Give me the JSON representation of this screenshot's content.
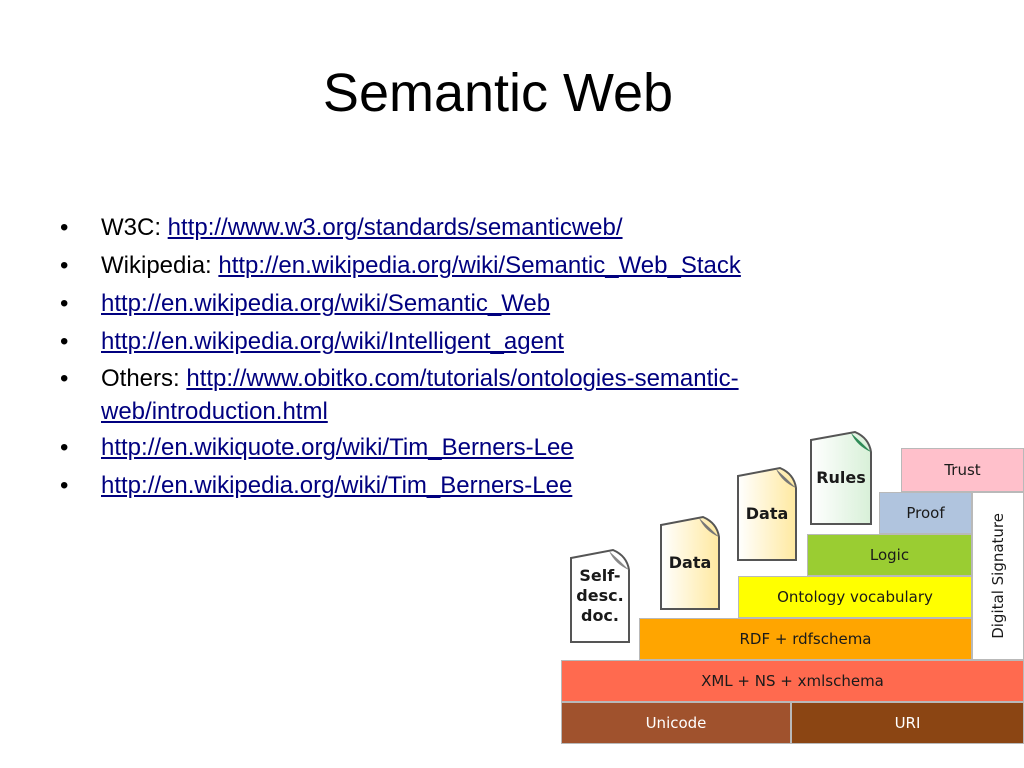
{
  "slide": {
    "title": "Semantic Web",
    "bullets": [
      {
        "marker": "•",
        "prefix": "W3C: ",
        "link": "http://www.w3.org/standards/semanticweb/"
      },
      {
        "marker": "•",
        "prefix": "Wikipedia: ",
        "link": "http://en.wikipedia.org/wiki/Semantic_Web_Stack"
      },
      {
        "marker": "•",
        "prefix": "",
        "link": "http://en.wikipedia.org/wiki/Semantic_Web"
      },
      {
        "marker": "•",
        "prefix": "",
        "link": "http://en.wikipedia.org/wiki/Intelligent_agent"
      },
      {
        "marker": "•",
        "prefix": "Others: ",
        "link_line1": "http://www.obitko.com/tutorials/ontologies-semantic-",
        "link_line2": "web/introduction.html"
      },
      {
        "marker": "•",
        "prefix": "",
        "link": "http://en.wikiquote.org/wiki/Tim_Berners-Lee"
      },
      {
        "marker": "•",
        "prefix": "",
        "link": "http://en.wikipedia.org/wiki/Tim_Berners-Lee"
      }
    ],
    "link_color": "#00007f"
  },
  "stack_diagram": {
    "layers": {
      "unicode": "Unicode",
      "uri": "URI",
      "xml": "XML + NS + xmlschema",
      "rdf": "RDF + rdfschema",
      "ontology": "Ontology vocabulary",
      "logic": "Logic",
      "proof": "Proof",
      "trust": "Trust",
      "signature": "Digital Signature"
    },
    "documents": {
      "self_desc_line1": "Self-",
      "self_desc_line2": "desc.",
      "self_desc_line3": "doc.",
      "data_1": "Data",
      "data_2": "Data",
      "rules": "Rules"
    },
    "colors": {
      "unicode": "#a0522d",
      "uri": "#8b4513",
      "xml": "#ff6a4f",
      "rdf": "#ffa500",
      "ontology": "#ffff00",
      "logic": "#9acd32",
      "proof": "#b0c4de",
      "trust": "#ffc0cb",
      "signature": "#ffffff"
    }
  }
}
